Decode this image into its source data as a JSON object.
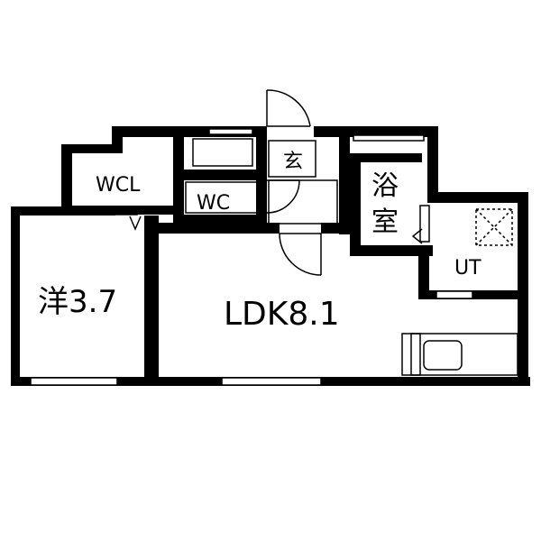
{
  "floorplan": {
    "rooms": {
      "western_room": "洋3.7",
      "ldk": "LDK8.1",
      "bathroom_line1": "浴",
      "bathroom_line2": "室",
      "walk_in_closet": "WCL",
      "toilet": "WC",
      "entrance": "玄",
      "utility": "UT"
    },
    "colors": {
      "wall": "#000000",
      "background": "#ffffff",
      "fixture_line": "#000000"
    }
  }
}
